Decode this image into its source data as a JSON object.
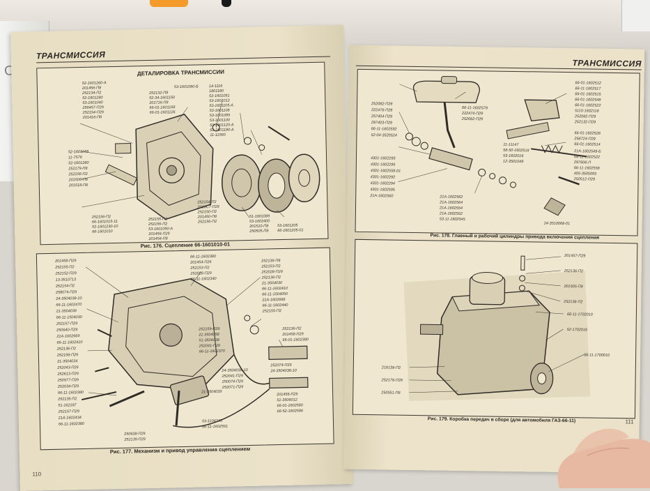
{
  "left_page": {
    "running_head": "ТРАНСМИССИЯ",
    "page_number": "110",
    "fig176": {
      "title": "ДЕТАЛИРОВКА ТРАНСМИССИИ",
      "caption": "Рис. 176. Сцепление 66-1601010-01",
      "labels_left": [
        "52-1601260-А",
        "201456-П8",
        "252134-П2",
        "52-1601280",
        "53-1601040",
        "256457-П29",
        "252154-П29",
        "201416-П8",
        "52-1601048",
        "11-7576",
        "52-1601280",
        "252179-П8",
        "252156-П2",
        "201506-П8",
        "201518-П8"
      ],
      "labels_mid": [
        "252132-П8",
        "52-34-1601150",
        "201716-П8",
        "66-01-1601168",
        "66-01-1601126",
        "53-1601080-Б",
        "252156-П2",
        "53-1601090-А",
        "201456-П29",
        "252155-П2",
        "201454-П8"
      ],
      "labels_right": [
        "14-1116",
        "1801180",
        "52-1601091",
        "53-1601012",
        "53-1601105-А",
        "53-1601108",
        "53-1601089",
        "53-1601100",
        "51-1601120-А",
        "53-1601180-А",
        "11-11560",
        "252154-П2",
        "2010С7-П29",
        "252150-П2",
        "201450-П8",
        "252156-П2",
        "51-1601089",
        "53-1602400",
        "201510-П8",
        "250505-П8",
        "53-1601205",
        "66-1601205-01"
      ],
      "labels_bottom": [
        "252156-П2",
        "66-1601015-11",
        "52-1601230-10",
        "66-1601010"
      ]
    },
    "fig177": {
      "caption": "Рис. 177. Механизм и привод управления сцеплением",
      "labels_left": [
        "201458-П29",
        "252155-П2",
        "252152-П29",
        "13-3510713",
        "252154-П2",
        "258074-П29",
        "24-3504038-10",
        "66-11-1602470",
        "21-3504039",
        "66-11-1504030",
        "252157-П29",
        "250640-П29",
        "21А-1602669",
        "66-11-1602410",
        "252136-П2",
        "252198-П29",
        "21-3504024",
        "252043-П29",
        "252613-П29",
        "250977-П29",
        "252034-П29",
        "66-11-1602380",
        "252135-П2",
        "51-162187",
        "252157-П29",
        "21А-1602434",
        "66-11-1602380"
      ],
      "labels_mid": [
        "66-11-1602380",
        "201454-П29",
        "252153-П2",
        "252028-П29",
        "66-11-1602340",
        "252159-П29",
        "21-3504058",
        "51-3504038",
        "252041-П29",
        "66-11-1602370",
        "24-3504038-10",
        "252041-П29",
        "250074-П29",
        "252071-П29",
        "53-1104745",
        "66-11-1602591",
        "21-3504039",
        "250638-П29",
        "252139-П29"
      ],
      "labels_right": [
        "252136-П8",
        "252153-П2",
        "252028-П29",
        "252136-П2",
        "21-3504030",
        "66-11-1602410",
        "66-11-1504050",
        "21А-1602668",
        "66-11-1602440",
        "252155-П2",
        "252136-П2",
        "201458-П29",
        "66-01-1602380",
        "252074-П29",
        "24-3504038-10",
        "201458-П29",
        "51-3506012",
        "66-01-1602580",
        "66-52-1602586"
      ]
    }
  },
  "right_page": {
    "running_head": "ТРАНСМИССИЯ",
    "page_number": "111",
    "fig178": {
      "caption": "Рис. 178. Главный и рабочий цилиндры привода включения сцепления",
      "labels_left": [
        "252082-П29",
        "222476-П29",
        "257404-П29",
        "297403-П29",
        "66-11-1602592",
        "52-04-3520524",
        "4301-1602293",
        "4301-1602295",
        "4301-1602559-01",
        "4301-1602292",
        "4301-1602294",
        "4301-1602595",
        "21А-1602560"
      ],
      "labels_mid": [
        "66-11-1602578",
        "222474-П29",
        "252082-П29",
        "21А-1602562",
        "21А-1602564",
        "21А-1602554",
        "21А-1602552",
        "53-11-1602545"
      ],
      "labels_right": [
        "66-01-1602512",
        "66-11-1602517",
        "66-01-1602515",
        "66-01-1602548",
        "66-01-1602522",
        "5110-1602118",
        "252082-П29",
        "252132-П29",
        "66-01-1602528",
        "258724-П29",
        "66-01-1602514",
        "21А-1602549-Б",
        "66-11-1602522",
        "297606-П",
        "66-11-1602558",
        "405-3505093",
        "250512-П29",
        "24-3510068-01",
        "11-11147",
        "58-50-1602518",
        "53-1602016",
        "12-3501049"
      ]
    },
    "fig179": {
      "caption": "Рис. 179. Коробка передач в сборе (для автомобиля ГАЗ-66-11)",
      "labels": [
        "201457-П29",
        "252136-П2",
        "201505-П8",
        "252136-П2",
        "66-11-1702010",
        "52-1702016",
        "66-11-1700010",
        "216138-П2",
        "252178-П29",
        "250551-П8"
      ]
    }
  }
}
